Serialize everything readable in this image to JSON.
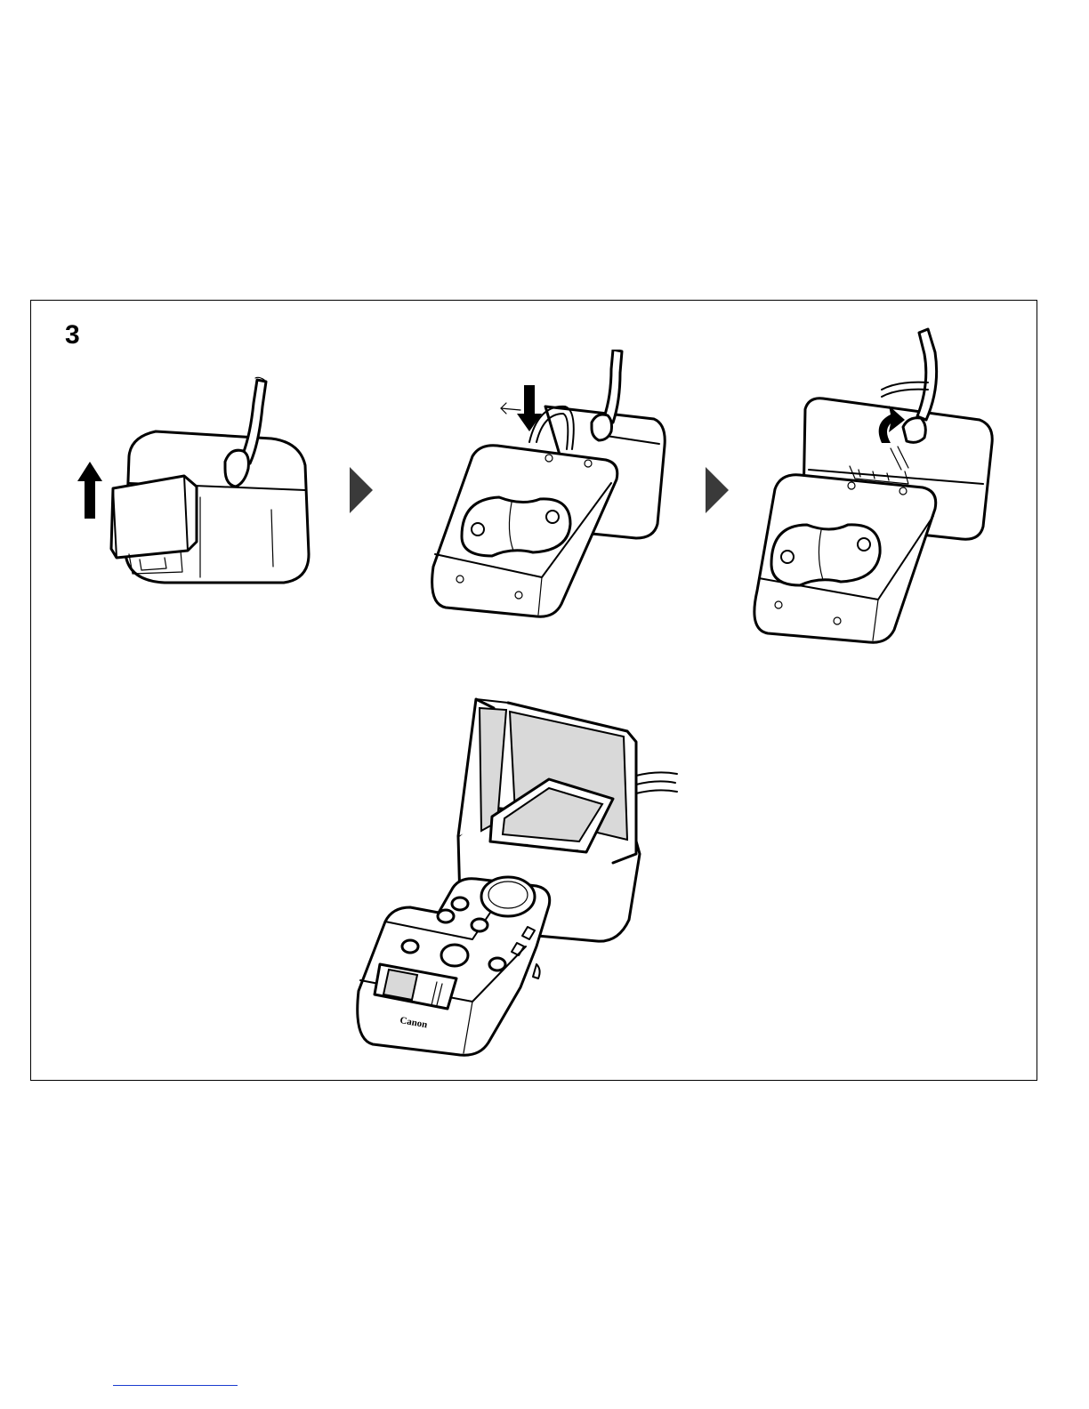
{
  "figure": {
    "step_number": "3",
    "icons": [
      "remove-cover-illustration",
      "attach-controller-illustration",
      "lock-lever-illustration",
      "assembled-device-illustration",
      "next-step-arrow-icon"
    ]
  }
}
